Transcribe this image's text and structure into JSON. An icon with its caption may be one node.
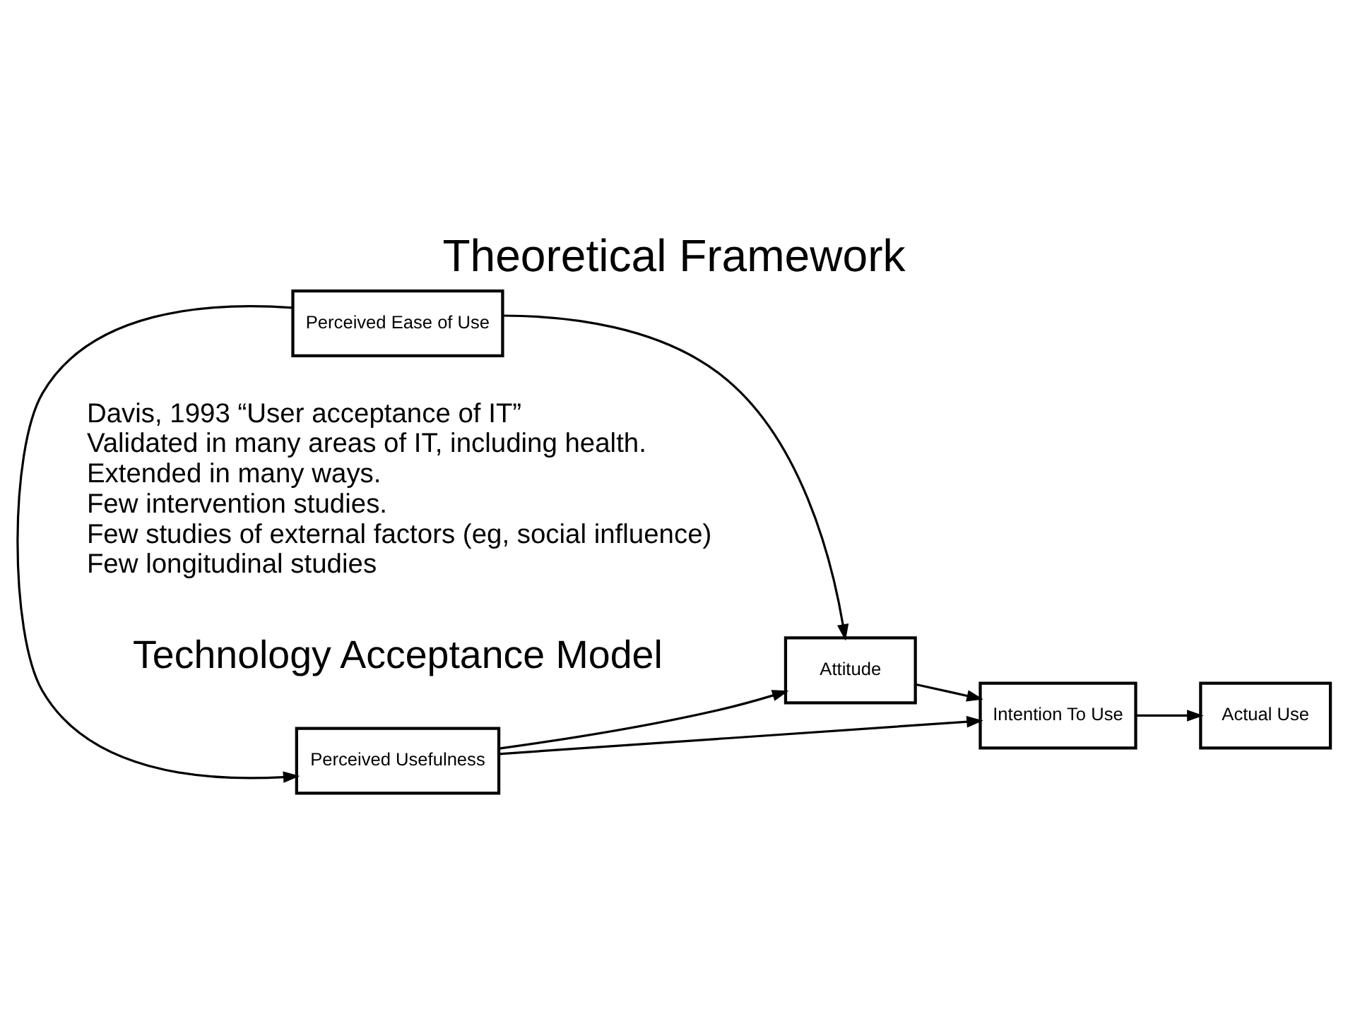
{
  "diagram": {
    "title": "Theoretical Framework",
    "nodes": [
      {
        "text": [
          "Perceived Usefulness"
        ]
      },
      {
        "text": [
          "Perceived Ease of Use"
        ]
      },
      {
        "text": [
          "Attitude"
        ]
      },
      {
        "text": [
          "Intention To Use"
        ]
      },
      {
        "text": [
          "Actual Use"
        ]
      }
    ],
    "edges": [
      {
        "from": 0,
        "to": 2,
        "arrow": "to"
      },
      {
        "from": 1,
        "to": 2,
        "arrow": "to"
      },
      {
        "from": 1,
        "to": 0,
        "arrow": "to"
      },
      {
        "from": 0,
        "to": 3,
        "arrow": "to"
      },
      {
        "from": 2,
        "to": 3,
        "arrow": "to"
      },
      {
        "from": 3,
        "to": 4,
        "arrow": "to"
      }
    ],
    "labels": [
      "Technology Acceptance Model",
      "Davis, 1993 “User acceptance of IT”",
      "Validated in many areas of IT, including health.",
      "Extended in many ways.",
      "Few intervention studies.",
      "Few studies of external factors (eg, social influence)",
      "Few longitudinal studies"
    ]
  }
}
